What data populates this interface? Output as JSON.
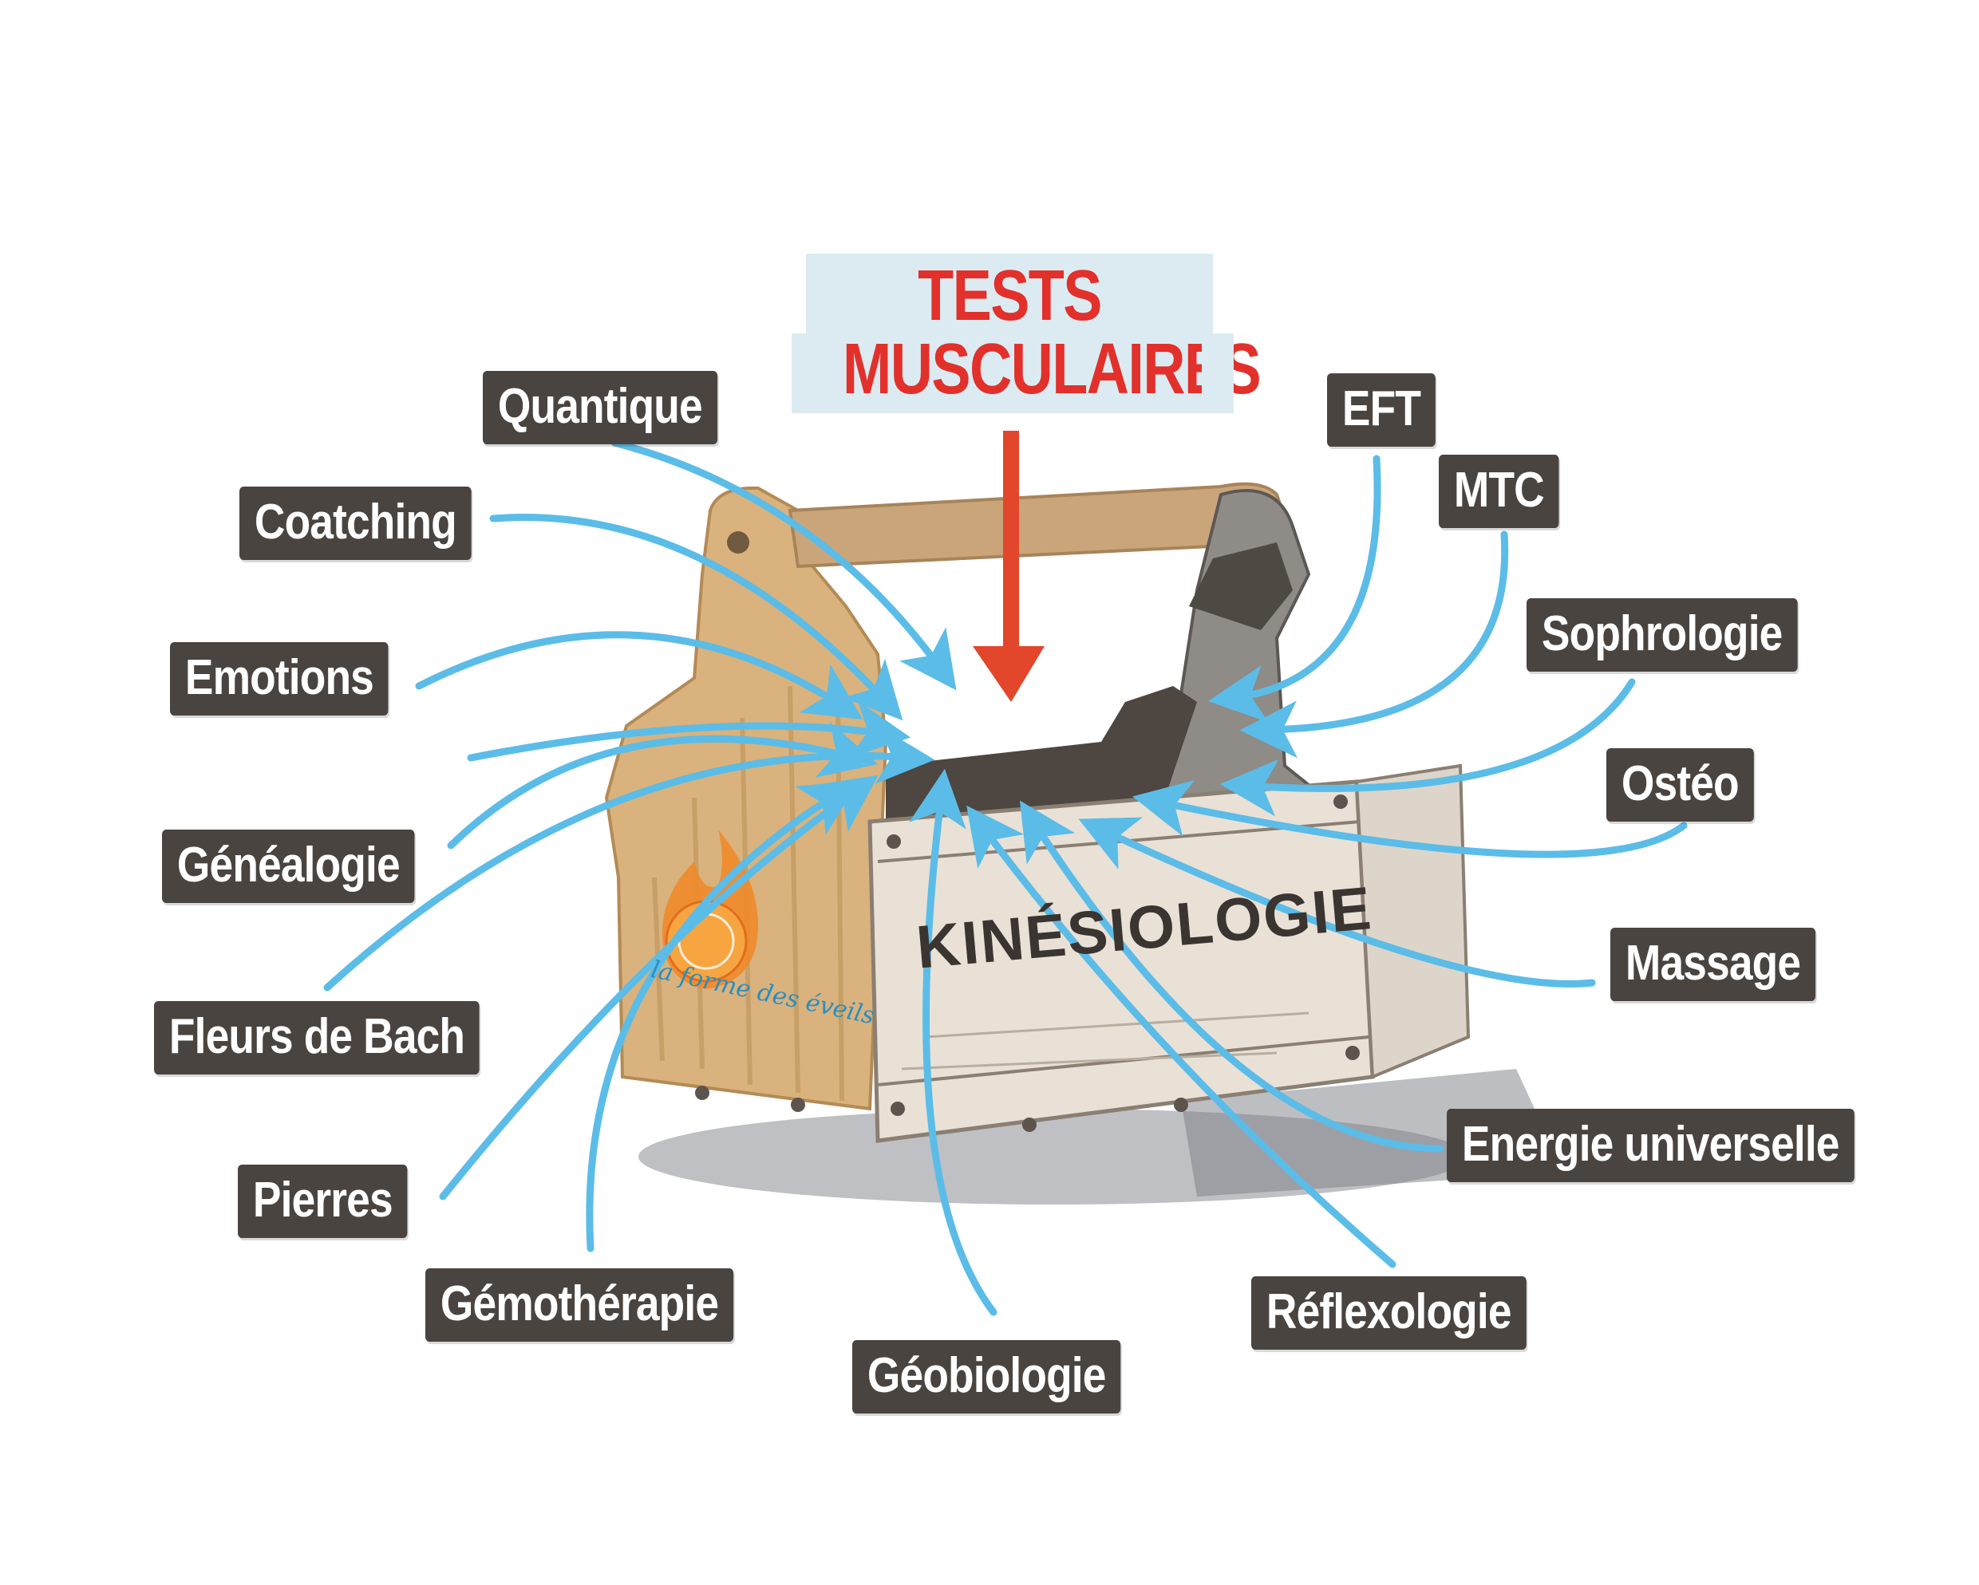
{
  "title": {
    "line1": "TESTS",
    "line2": "MUSCULAIRES"
  },
  "center": {
    "label": "KINÉSIOLOGIE",
    "logo_text": "la forme des éveils"
  },
  "colors": {
    "tag_bg": "#4a4440",
    "tag_text": "#ffffff",
    "arrow": "#5bbce8",
    "title_text": "#e2302b",
    "title_bg": "#dcebf2",
    "main_arrow": "#e2472b"
  },
  "labels": {
    "quantique": "Quantique",
    "coatching": "Coatching",
    "emotions": "Emotions",
    "genealogie": "Généalogie",
    "fleurs": "Fleurs de Bach",
    "pierres": "Pierres",
    "gemotherapie": "Gémothérapie",
    "geobiologie": "Géobiologie",
    "eft": "EFT",
    "mtc": "MTC",
    "sophrologie": "Sophrologie",
    "osteo": "Ostéo",
    "massage": "Massage",
    "energie": "Energie universelle",
    "reflexologie": "Réflexologie"
  }
}
